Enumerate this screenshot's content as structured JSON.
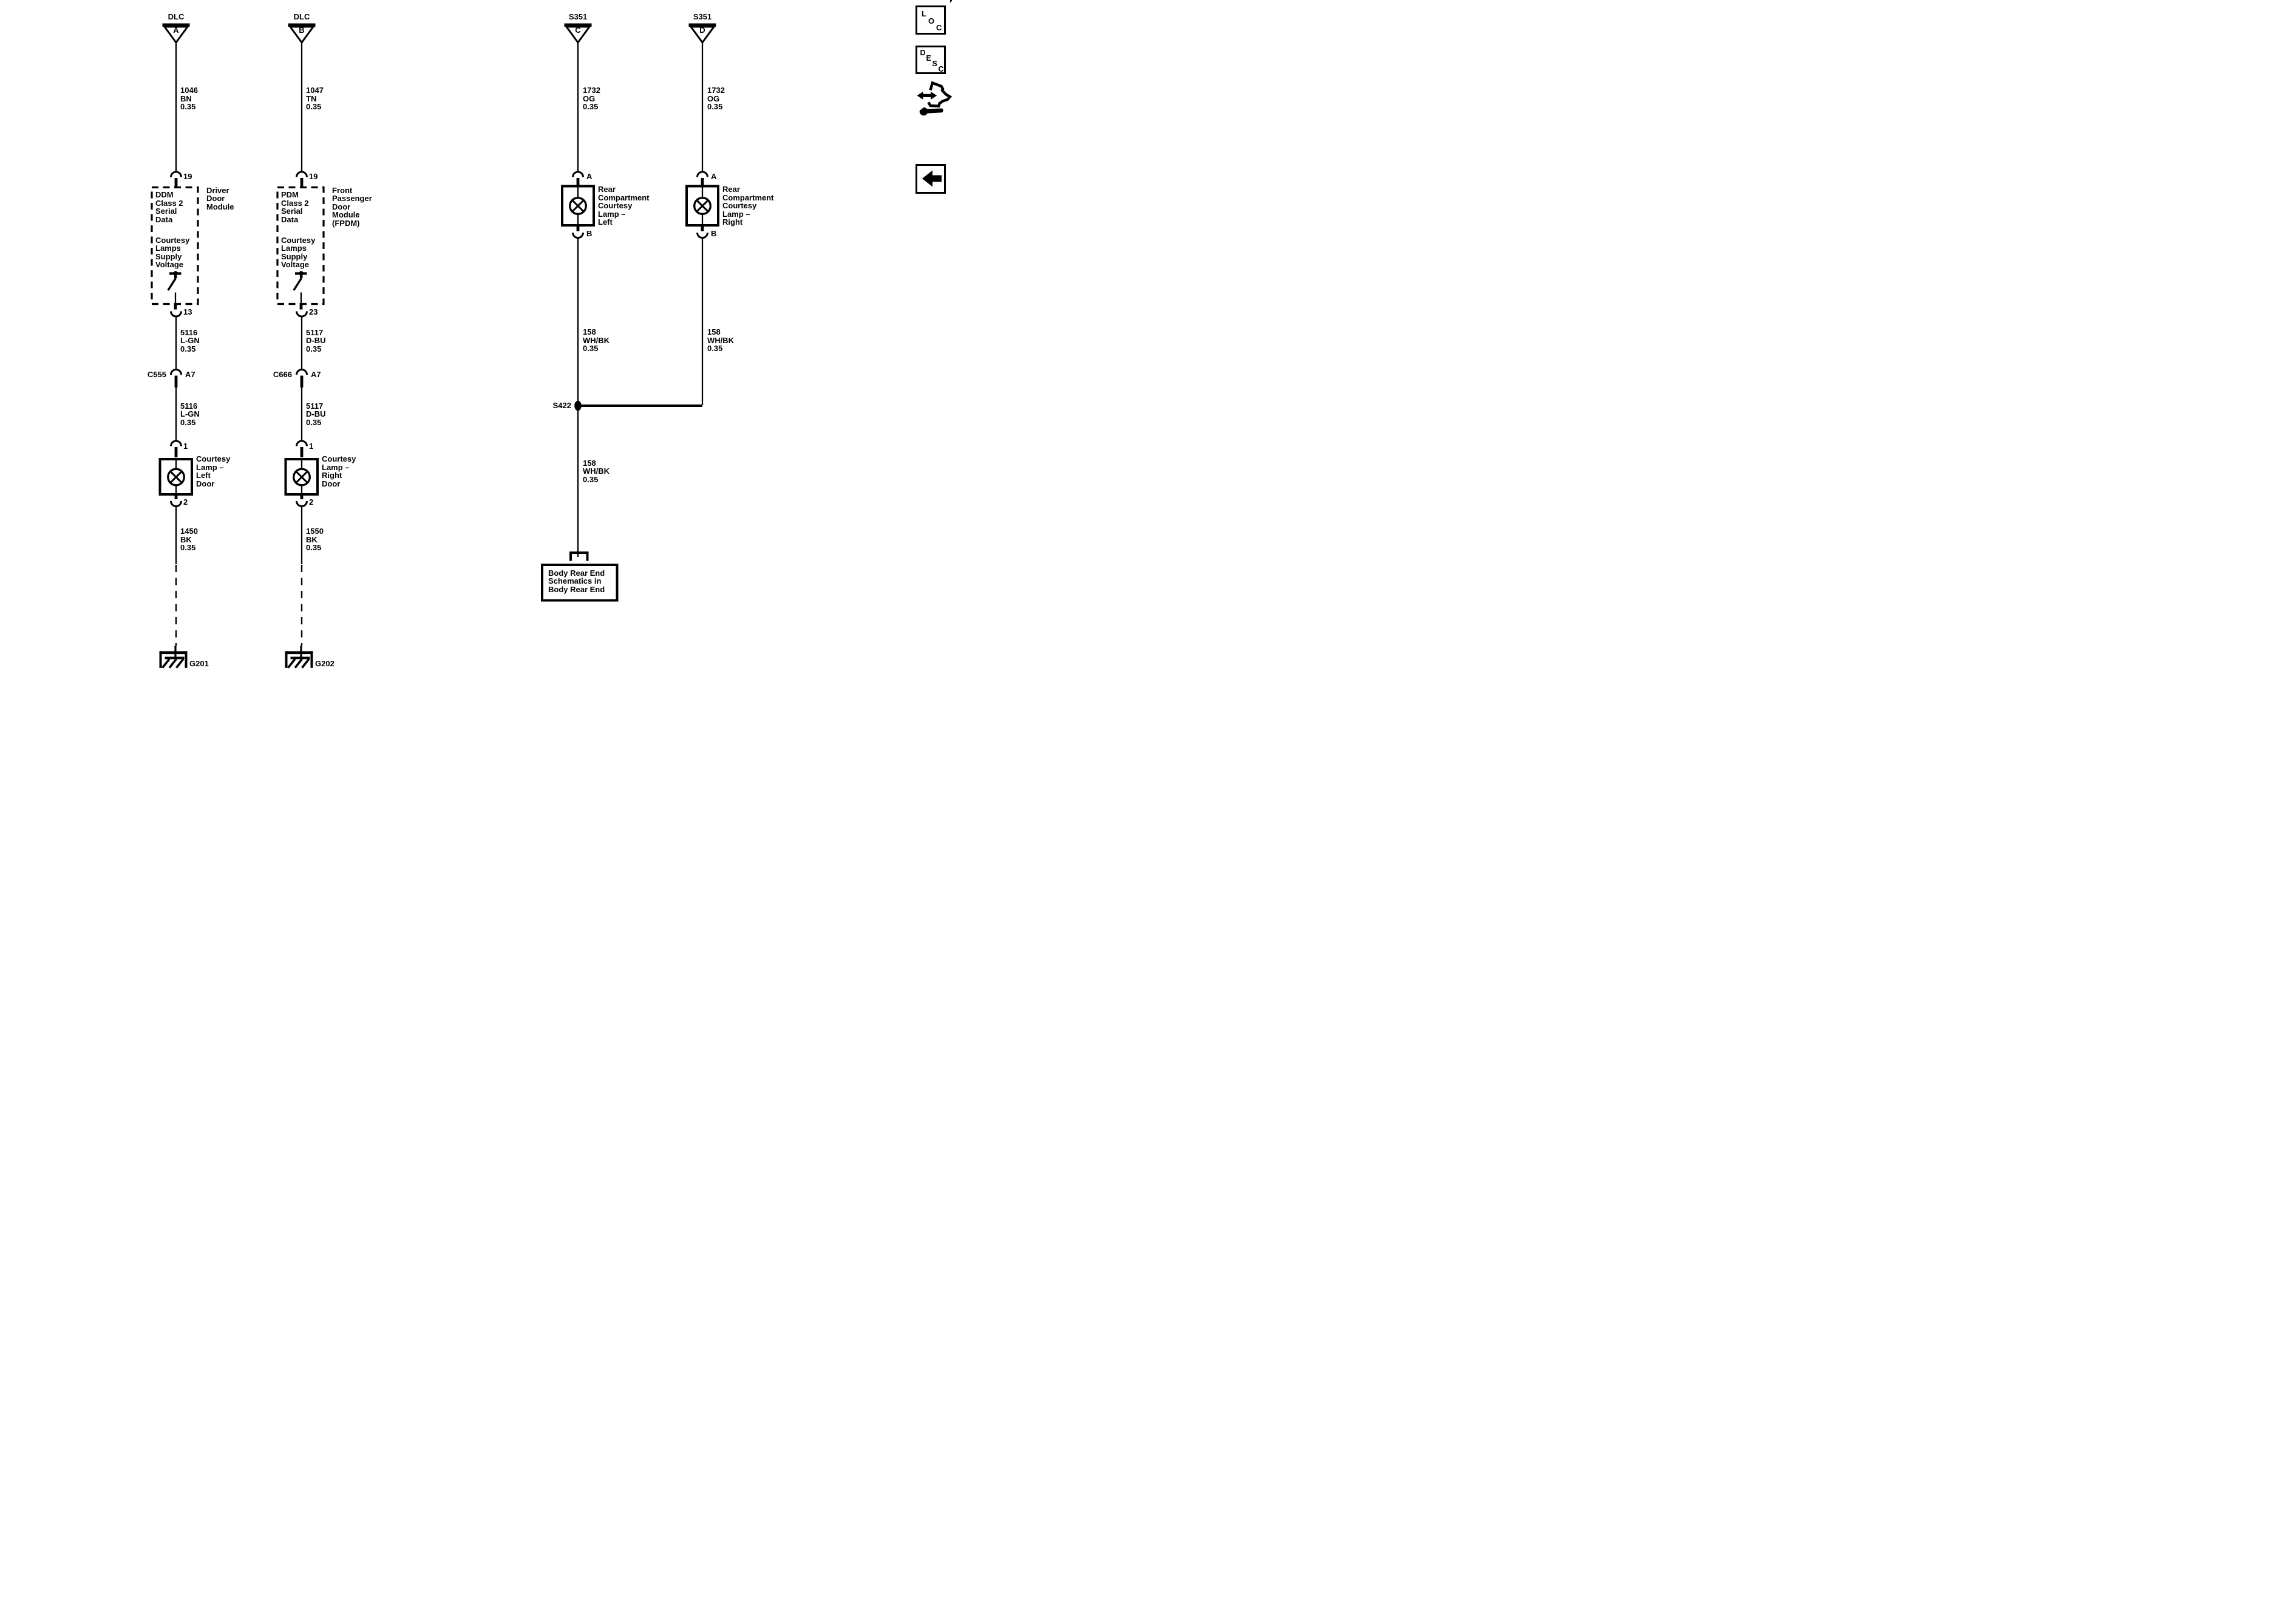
{
  "branches": {
    "ddm": {
      "connector": "DLC",
      "connector_letter": "A",
      "wire_top": [
        "1046",
        "BN",
        "0.35"
      ],
      "pin_in": "19",
      "module_function_top": [
        "DDM",
        "Class 2",
        "Serial",
        "Data"
      ],
      "module_function_bottom": [
        "Courtesy",
        "Lamps",
        "Supply",
        "Voltage"
      ],
      "module_name": [
        "Driver",
        "Door",
        "Module"
      ],
      "pin_out": "13",
      "wire_mid": [
        "5116",
        "L-GN",
        "0.35"
      ],
      "inline_connector": "C555",
      "inline_pin": "A7",
      "wire_low": [
        "5116",
        "L-GN",
        "0.35"
      ],
      "lamp_pin_in": "1",
      "lamp_name": [
        "Courtesy",
        "Lamp –",
        "Left",
        "Door"
      ],
      "lamp_pin_out": "2",
      "wire_ground": [
        "1450",
        "BK",
        "0.35"
      ],
      "ground_id": "G201"
    },
    "pdm": {
      "connector": "DLC",
      "connector_letter": "B",
      "wire_top": [
        "1047",
        "TN",
        "0.35"
      ],
      "pin_in": "19",
      "module_function_top": [
        "PDM",
        "Class 2",
        "Serial",
        "Data"
      ],
      "module_function_bottom": [
        "Courtesy",
        "Lamps",
        "Supply",
        "Voltage"
      ],
      "module_name": [
        "Front",
        "Passenger",
        "Door",
        "Module",
        "(FPDM)"
      ],
      "pin_out": "23",
      "wire_mid": [
        "5117",
        "D-BU",
        "0.35"
      ],
      "inline_connector": "C666",
      "inline_pin": "A7",
      "wire_low": [
        "5117",
        "D-BU",
        "0.35"
      ],
      "lamp_pin_in": "1",
      "lamp_name": [
        "Courtesy",
        "Lamp –",
        "Right",
        "Door"
      ],
      "lamp_pin_out": "2",
      "wire_ground": [
        "1550",
        "BK",
        "0.35"
      ],
      "ground_id": "G202"
    },
    "rear_left": {
      "connector": "S351",
      "connector_letter": "C",
      "wire_top": [
        "1732",
        "OG",
        "0.35"
      ],
      "lamp_pin_in": "A",
      "lamp_name": [
        "Rear",
        "Compartment",
        "Courtesy",
        "Lamp –",
        "Left"
      ],
      "lamp_pin_out": "B",
      "wire_down": [
        "158",
        "WH/BK",
        "0.35"
      ]
    },
    "rear_right": {
      "connector": "S351",
      "connector_letter": "D",
      "wire_top": [
        "1732",
        "OG",
        "0.35"
      ],
      "lamp_pin_in": "A",
      "lamp_name": [
        "Rear",
        "Compartment",
        "Courtesy",
        "Lamp –",
        "Right"
      ],
      "lamp_pin_out": "B",
      "wire_down": [
        "158",
        "WH/BK",
        "0.35"
      ]
    }
  },
  "splice": {
    "id": "S422",
    "wire_below": [
      "158",
      "WH/BK",
      "0.35"
    ]
  },
  "offpage_reference": [
    "Body Rear End",
    "Schematics in",
    "Body Rear End"
  ],
  "toolbar": {
    "loc_letters": [
      "L",
      "O",
      "C"
    ],
    "desc_letters": [
      "D",
      "E",
      "S",
      "C"
    ]
  },
  "colors": {
    "ink": "#000000",
    "paper": "#ffffff"
  }
}
